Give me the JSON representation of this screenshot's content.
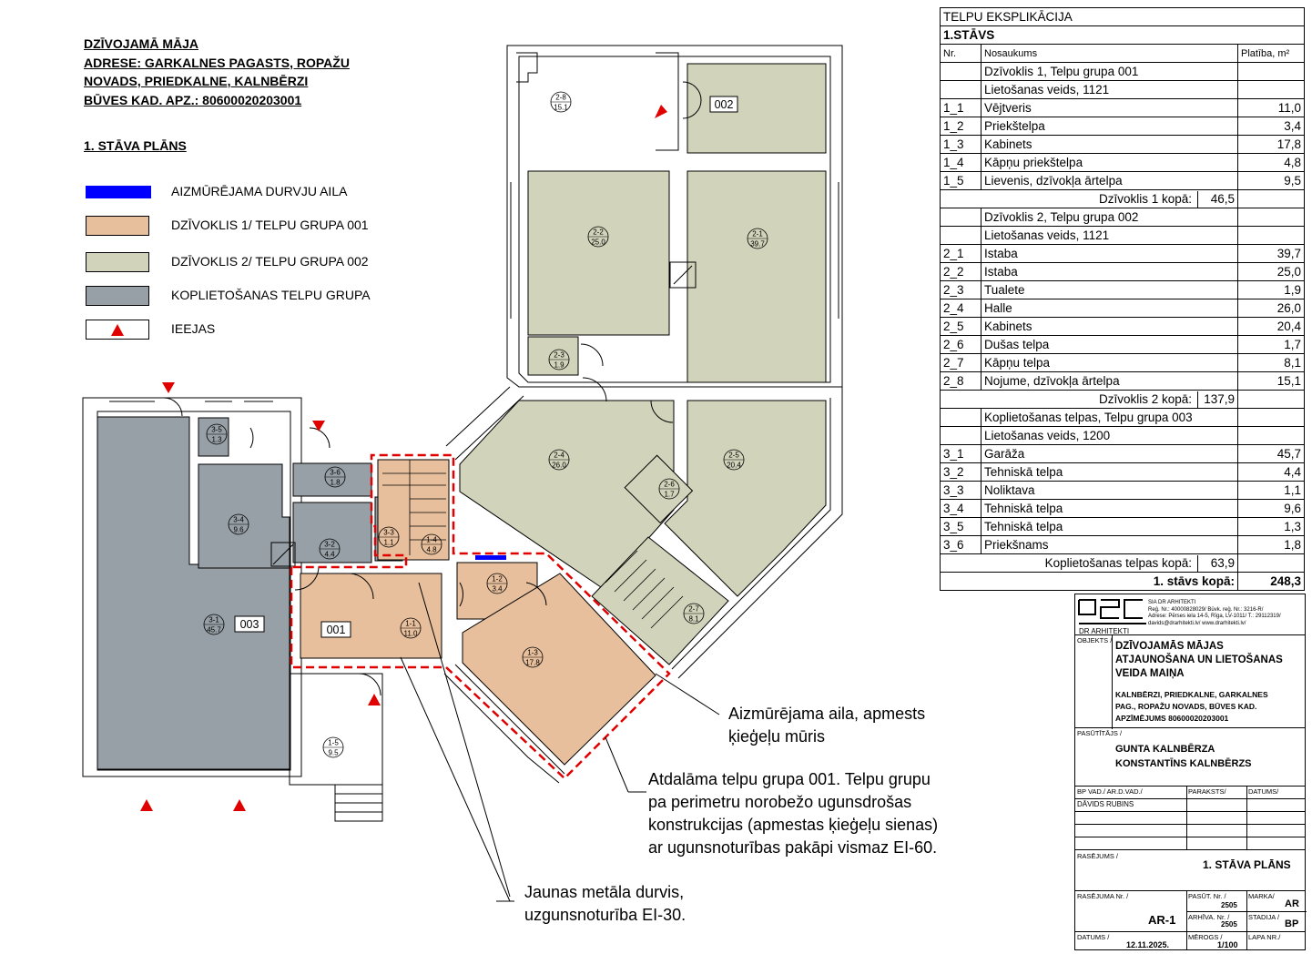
{
  "header": {
    "line1": "DZĪVOJAMĀ MĀJA",
    "line2": "ADRESE: GARKALNES PAGASTS, ROPAŽU",
    "line3": "NOVADS, PRIEDKALNE, KALNBĒRZI",
    "line4": "BŪVES KAD. APZ.: 80600020203001"
  },
  "plan_title": "1. STĀVA PLĀNS",
  "colors": {
    "group001": "#e7bf9c",
    "group002": "#d2d3bb",
    "common": "#97a0a6",
    "bricked_door": "#0000ff",
    "entrance": "#e00000",
    "fire_line": "#e00000"
  },
  "legend": [
    {
      "label": "AIZMŪRĒJAMA DURVJU AILA",
      "icon": "blue-bar"
    },
    {
      "label": "DZĪVOKLIS 1/ TELPU GRUPA 001",
      "icon": "swatch-001"
    },
    {
      "label": "DZĪVOKLIS 2/ TELPU GRUPA 002",
      "icon": "swatch-002"
    },
    {
      "label": "KOPLIETOŠANAS TELPU GRUPA",
      "icon": "swatch-common"
    },
    {
      "label": "IEEJAS",
      "icon": "entrance-triangle"
    }
  ],
  "rooms": [
    {
      "id": "2-8",
      "area": "15.1"
    },
    {
      "id": "2-2",
      "area": "25.0"
    },
    {
      "id": "2-1",
      "area": "39.7"
    },
    {
      "id": "2-3",
      "area": "1.9"
    },
    {
      "id": "2-4",
      "area": "26.0"
    },
    {
      "id": "2-5",
      "area": "20.4"
    },
    {
      "id": "2-6",
      "area": "1.7"
    },
    {
      "id": "2-7",
      "area": "8.1"
    },
    {
      "id": "1-1",
      "area": "11.0"
    },
    {
      "id": "1-2",
      "area": "3.4"
    },
    {
      "id": "1-3",
      "area": "17.8"
    },
    {
      "id": "1-4",
      "area": "4.8"
    },
    {
      "id": "1-5",
      "area": "9.5"
    },
    {
      "id": "3-1",
      "area": "45.7"
    },
    {
      "id": "3-2",
      "area": "4.4"
    },
    {
      "id": "3-3",
      "area": "1.1"
    },
    {
      "id": "3-4",
      "area": "9.6"
    },
    {
      "id": "3-5",
      "area": "1.3"
    },
    {
      "id": "3-6",
      "area": "1.8"
    }
  ],
  "group_tags": {
    "g001": "001",
    "g002": "002",
    "g003": "003"
  },
  "annotations": {
    "a1_l1": "Aizmūrējama aila, apmests",
    "a1_l2": "ķieģeļu mūris",
    "a2_l1": "Atdalāma telpu grupa 001. Telpu grupu",
    "a2_l2": "pa perimetru norobežo ugunsdrošas",
    "a2_l3": "konstrukcijas (apmestas ķieģeļu sienas)",
    "a2_l4": "ar ugunsnoturības pakāpi vismaz EI-60.",
    "a3_l1": "Jaunas metāla durvis,",
    "a3_l2": "uzgunsnoturība EI-30."
  },
  "explication": {
    "title": "TELPU EKSPLIKĀCIJA",
    "floor": "1.STĀVS",
    "col_nr": "Nr.",
    "col_name": "Nosaukums",
    "col_area": "Platība, m²",
    "group1_name": "Dzīvoklis 1, Telpu grupa 001",
    "group1_use": "Lietošanas veids, 1121",
    "group1_rows": [
      {
        "nr": "1_1",
        "name": "Vējtveris",
        "area": "11,0"
      },
      {
        "nr": "1_2",
        "name": "Priekštelpa",
        "area": "3,4"
      },
      {
        "nr": "1_3",
        "name": "Kabinets",
        "area": "17,8"
      },
      {
        "nr": "1_4",
        "name": "Kāpņu priekštelpa",
        "area": "4,8"
      },
      {
        "nr": "1_5",
        "name": "Lievenis, dzīvokļa ārtelpa",
        "area": "9,5"
      }
    ],
    "group1_total_label": "Dzīvoklis 1 kopā:",
    "group1_total": "46,5",
    "group2_name": "Dzīvoklis 2, Telpu grupa 002",
    "group2_use": "Lietošanas veids, 1121",
    "group2_rows": [
      {
        "nr": "2_1",
        "name": "Istaba",
        "area": "39,7"
      },
      {
        "nr": "2_2",
        "name": "Istaba",
        "area": "25,0"
      },
      {
        "nr": "2_3",
        "name": "Tualete",
        "area": "1,9"
      },
      {
        "nr": "2_4",
        "name": "Halle",
        "area": "26,0"
      },
      {
        "nr": "2_5",
        "name": "Kabinets",
        "area": "20,4"
      },
      {
        "nr": "2_6",
        "name": "Dušas telpa",
        "area": "1,7"
      },
      {
        "nr": "2_7",
        "name": "Kāpņu telpa",
        "area": "8,1"
      },
      {
        "nr": "2_8",
        "name": "Nojume, dzīvokļa ārtelpa",
        "area": "15,1"
      }
    ],
    "group2_total_label": "Dzīvoklis 2 kopā:",
    "group2_total": "137,9",
    "group3_name": "Koplietošanas telpas, Telpu grupa 003",
    "group3_use": "Lietošanas veids, 1200",
    "group3_rows": [
      {
        "nr": "3_1",
        "name": "Garāža",
        "area": "45,7"
      },
      {
        "nr": "3_2",
        "name": "Tehniskā telpa",
        "area": "4,4"
      },
      {
        "nr": "3_3",
        "name": "Noliktava",
        "area": "1,1"
      },
      {
        "nr": "3_4",
        "name": "Tehniskā telpa",
        "area": "9,6"
      },
      {
        "nr": "3_5",
        "name": "Tehniskā telpa",
        "area": "1,3"
      },
      {
        "nr": "3_6",
        "name": "Priekšnams",
        "area": "1,8"
      }
    ],
    "group3_total_label": "Koplietošanas telpas kopā:",
    "group3_total": "63,9",
    "floor_total_label": "1. stāvs kopā:",
    "floor_total": "248,3"
  },
  "titleblock": {
    "firm_name": "SIA DR ARHITEKTI",
    "firm_reg": "Reģ. Nr.: 40000828029/ Būvk. reģ. Nr.: 3216-R/",
    "firm_addr": "Adrese: Pērses iela 14-5, Rīga, LV-1011/ T.: 29112319/",
    "firm_mail": "davids@drarhitekti.lv/ www.drarhitekti.lv/",
    "logo_caption": "DR ARHITEKTI",
    "object_label": "OBJEKTS /",
    "object_l1": "DZĪVOJAMĀS MĀJAS",
    "object_l2": "ATJAUNOŠANA UN LIETOŠANAS",
    "object_l3": "VEIDA MAIŅA",
    "object_a1": "KALNBĒRZI, PRIEDKALNE, GARKALNES",
    "object_a2": "PAG., ROPAŽU NOVADS, BŪVES KAD.",
    "object_a3": "APZĪMĒJUMS 80600020203001",
    "client_label": "PASŪTĪTĀJS /",
    "client_1": "GUNTA KALNBĒRZA",
    "client_2": "KONSTANTĪNS KALNBĒRZS",
    "col_role": "BP VAD./ AR.D.VAD./",
    "col_sign": "PARAKSTS/",
    "col_date": "DATUMS/",
    "designer": "DĀVIDS RUBINS",
    "drawing_label": "RASĒJUMS /",
    "drawing": "1. STĀVA PLĀNS",
    "drawno_label": "RASĒJUMA Nr. /",
    "drawno": "AR-1",
    "order_label": "PASŪT. Nr. /",
    "order": "2505",
    "mark_label": "MARKA/",
    "mark": "AR",
    "archive_label": "ARHĪVA. Nr. /",
    "archive": "2505",
    "stage_label": "STADIJA /",
    "stage": "BP",
    "date_label": "DATUMS /",
    "date": "12.11.2025.",
    "scale_label": "MĒROGS /",
    "scale": "1/100",
    "sheet_label": "LAPA NR./"
  }
}
